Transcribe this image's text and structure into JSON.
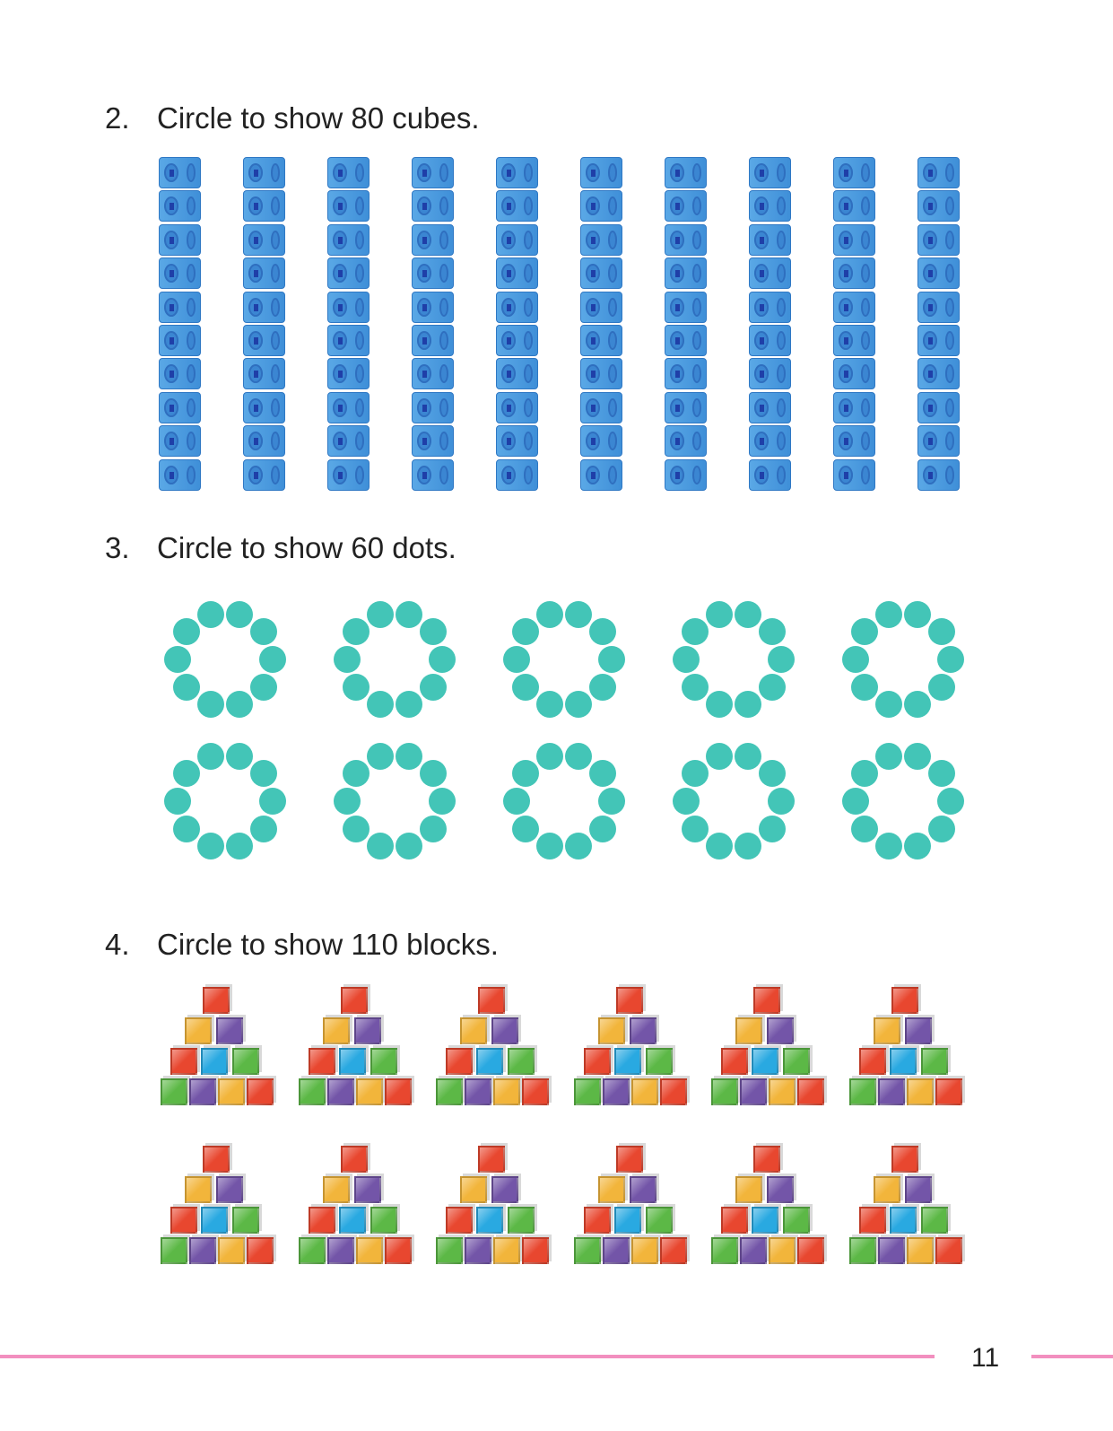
{
  "questions": [
    {
      "number": "2.",
      "text": "Circle to show 80 cubes."
    },
    {
      "number": "3.",
      "text": "Circle to show 60 dots."
    },
    {
      "number": "4.",
      "text": "Circle to show 110 blocks."
    }
  ],
  "cubes": {
    "columns": 10,
    "per_column": 10,
    "color": "#4a9be0"
  },
  "dots": {
    "groups": 10,
    "per_group": 10,
    "color": "#43c5b7"
  },
  "blocks": {
    "pyramids": 12,
    "per_pyramid": 10,
    "colors": [
      "#e8472f",
      "#f2b53b",
      "#7355a8",
      "#e8472f",
      "#29a9e1",
      "#5cb846",
      "#5cb846",
      "#7355a8",
      "#f2b53b",
      "#e8472f"
    ]
  },
  "footer": {
    "page_number": "11",
    "rule_color": "#f28fbf"
  }
}
